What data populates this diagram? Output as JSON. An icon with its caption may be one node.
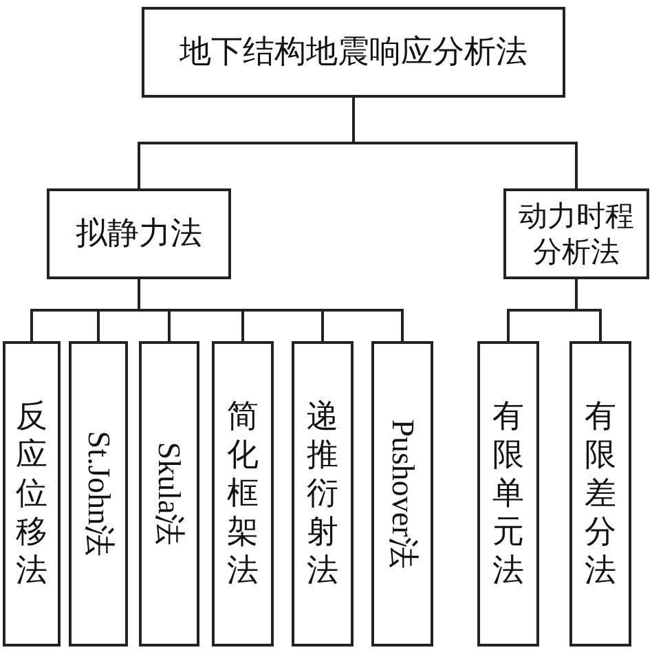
{
  "diagram": {
    "nodes": [
      {
        "text": [
          "地下结构地震响应分析法"
        ]
      },
      {
        "text": [
          "拟静力法"
        ]
      },
      {
        "text": [
          "动力时程分析法"
        ]
      },
      {
        "text": [
          "反应位移法"
        ]
      },
      {
        "text": [
          "St.John法"
        ]
      },
      {
        "text": [
          "Skula法"
        ]
      },
      {
        "text": [
          "简化框架法"
        ]
      },
      {
        "text": [
          "递推衍射法"
        ]
      },
      {
        "text": [
          "Pushover法"
        ]
      },
      {
        "text": [
          "有限单元法"
        ]
      },
      {
        "text": [
          "有限差分法"
        ]
      }
    ],
    "edges": [
      {
        "from": 0,
        "to": 1,
        "arrow": "none"
      },
      {
        "from": 0,
        "to": 2,
        "arrow": "none"
      },
      {
        "from": 1,
        "to": 3,
        "arrow": "none"
      },
      {
        "from": 1,
        "to": 4,
        "arrow": "none"
      },
      {
        "from": 1,
        "to": 5,
        "arrow": "none"
      },
      {
        "from": 1,
        "to": 6,
        "arrow": "none"
      },
      {
        "from": 1,
        "to": 7,
        "arrow": "none"
      },
      {
        "from": 1,
        "to": 8,
        "arrow": "none"
      },
      {
        "from": 2,
        "to": 9,
        "arrow": "none"
      },
      {
        "from": 2,
        "to": 10,
        "arrow": "none"
      }
    ]
  }
}
